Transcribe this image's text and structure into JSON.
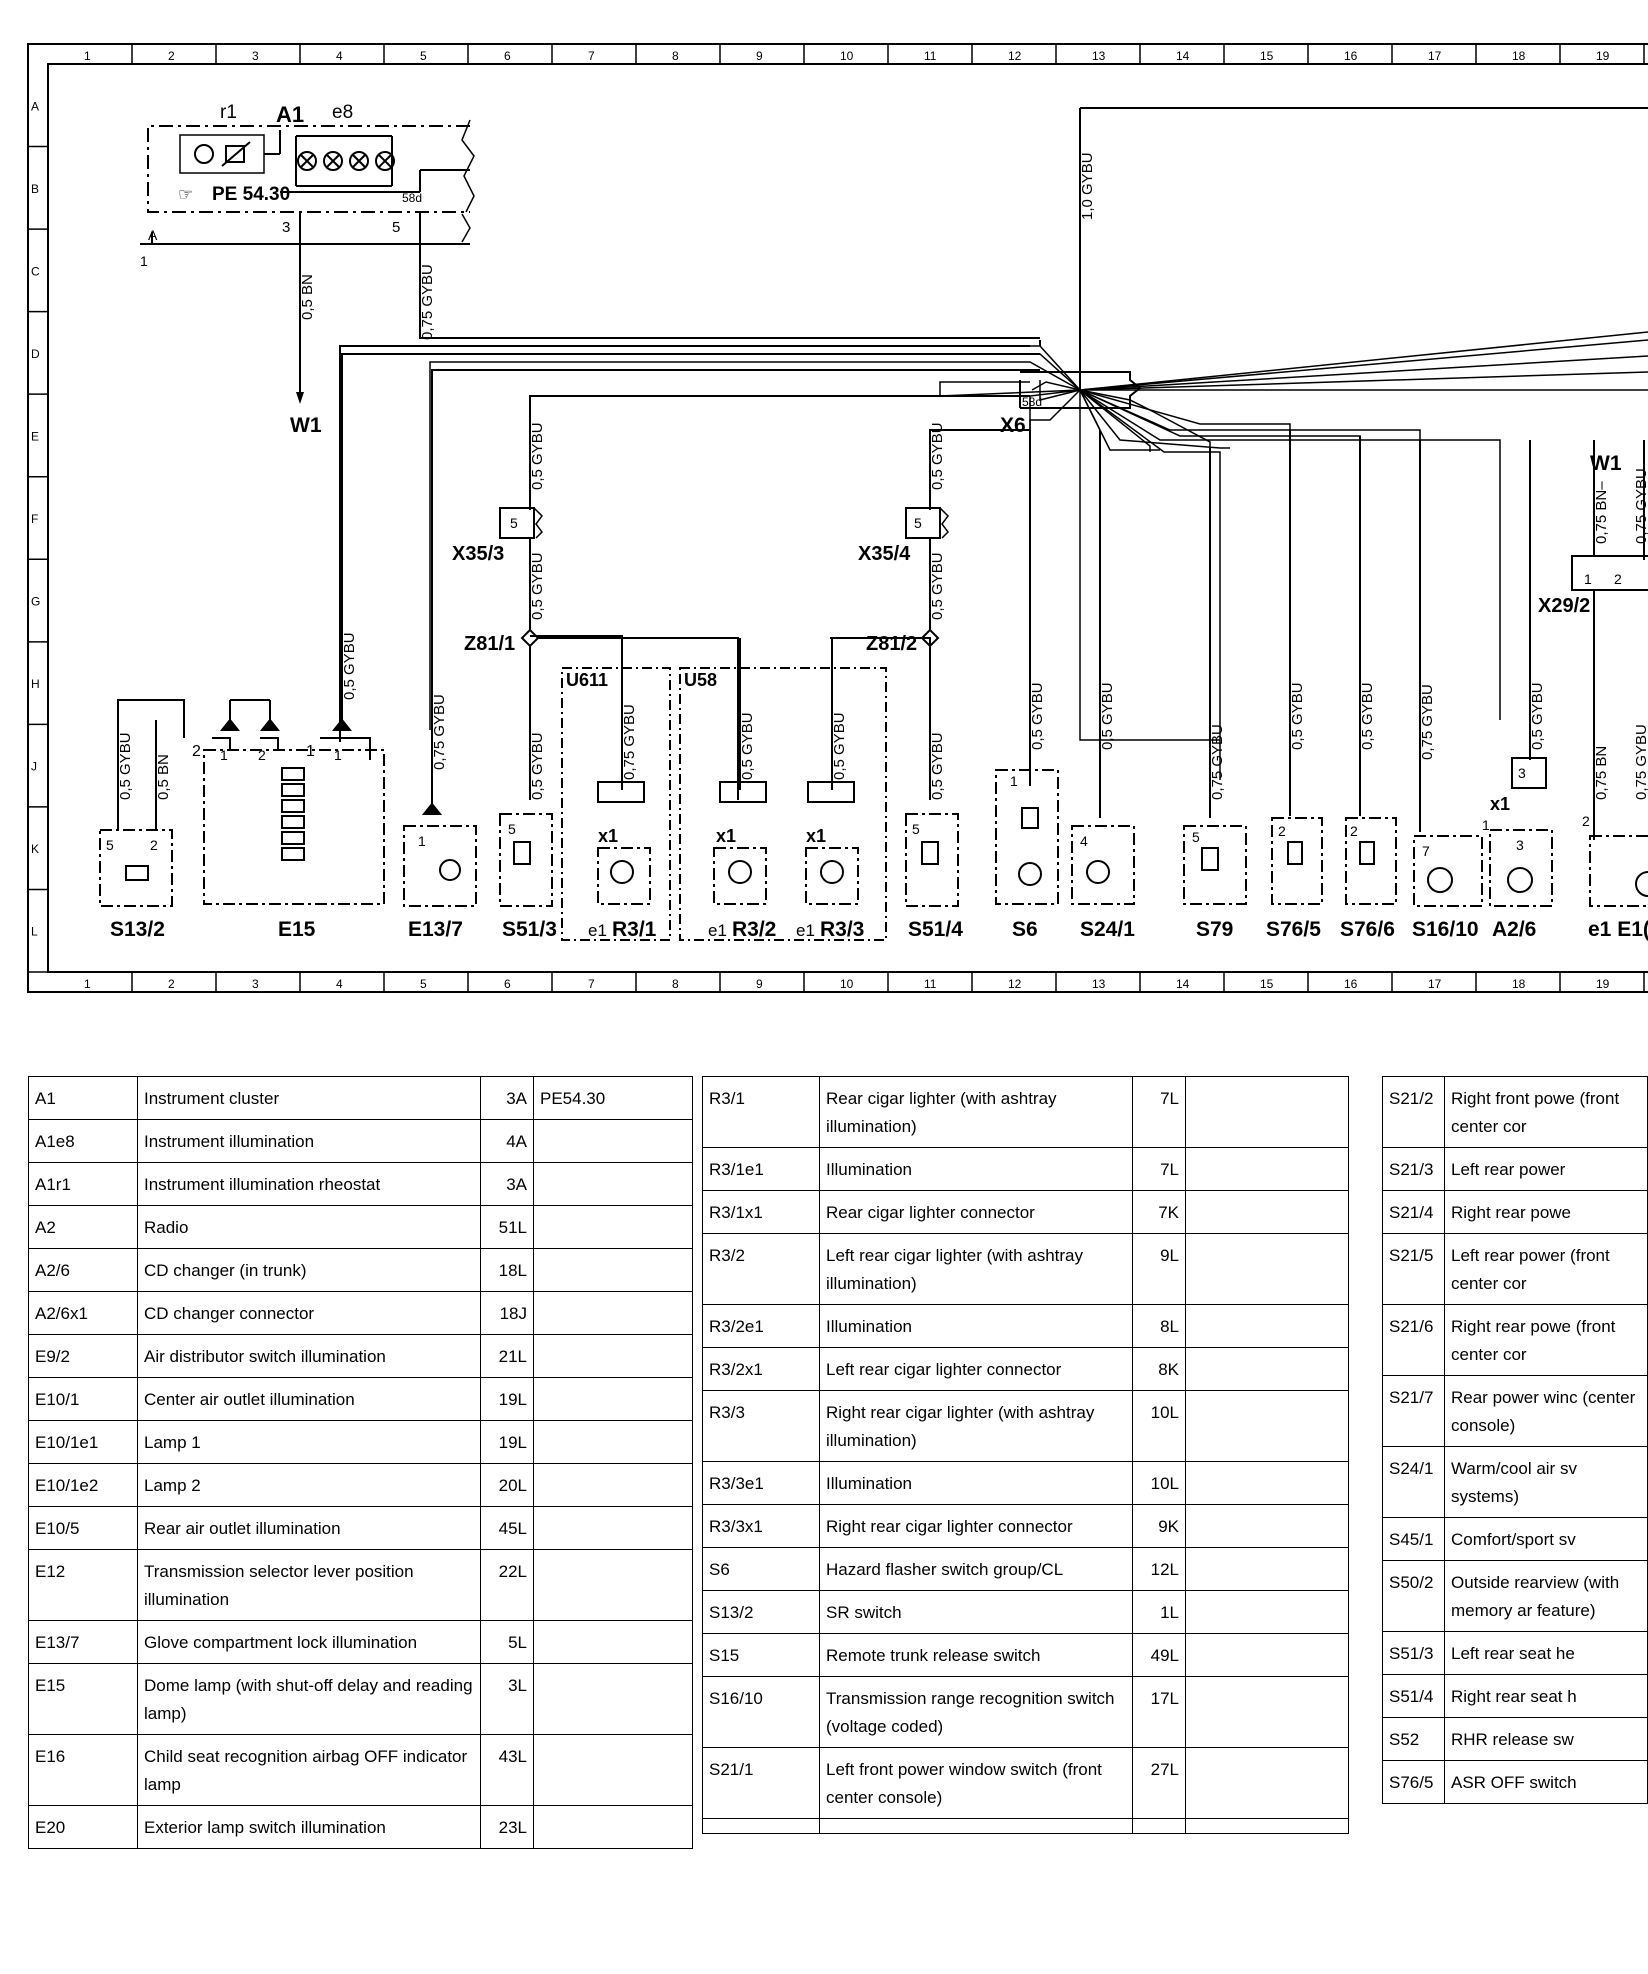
{
  "grid": {
    "columns": [
      "1",
      "2",
      "3",
      "4",
      "5",
      "6",
      "7",
      "8",
      "9",
      "10",
      "11",
      "12",
      "13",
      "14",
      "15",
      "16",
      "17",
      "18",
      "19"
    ],
    "rows": [
      "A",
      "B",
      "C",
      "D",
      "E",
      "F",
      "G",
      "H",
      "J",
      "K",
      "L"
    ]
  },
  "labels": {
    "r1": "r1",
    "A1": "A1",
    "e8": "e8",
    "pe_ref": "PE 54.30",
    "pin3": "3",
    "pin5": "5",
    "pin58d": "58d",
    "A": "A",
    "one": "1",
    "w_05BN": "0,5 BN",
    "w_075GYBU_top": "0,75 GYBU",
    "w_10GYBU": "1,0 GYBU",
    "W1": "W1",
    "X6": "X6",
    "x6_58d": "58d",
    "w_05GYBU": "0,5 GYBU",
    "w_075GYBU": "0,75 GYBU",
    "w_075BN": "0,75 BN",
    "w_075BN_W1": "0,75 BN–",
    "w_05BN_s13": "0,5 BN",
    "X35_3": "X35/3",
    "X35_4": "X35/4",
    "Z81_1": "Z81/1",
    "Z81_2": "Z81/2",
    "U611": "U611",
    "U58": "U58",
    "X29_2": "X29/2",
    "W1b": "W1",
    "x1": "x1",
    "e1": "e1",
    "e1E1": "e1 E1(",
    "S13_2": "S13/2",
    "E15": "E15",
    "E13_7": "E13/7",
    "S51_3": "S51/3",
    "R3_1": "R3/1",
    "R3_2": "R3/2",
    "R3_3": "R3/3",
    "S51_4": "S51/4",
    "S6": "S6",
    "S24_1": "S24/1",
    "S79": "S79",
    "S76_5": "S76/5",
    "S76_6": "S76/6",
    "S16_10": "S16/10",
    "A2_6": "A2/6",
    "n1": "1",
    "n2": "2",
    "n3": "3",
    "n4": "4",
    "n5": "5",
    "n7": "7"
  },
  "legend": {
    "table1": [
      {
        "code": "A1",
        "desc": "Instrument cluster",
        "loc": "3A",
        "note": "PE54.30"
      },
      {
        "code": "A1e8",
        "desc": "Instrument illumination",
        "loc": "4A",
        "note": ""
      },
      {
        "code": "A1r1",
        "desc": "Instrument illumination rheostat",
        "loc": "3A",
        "note": ""
      },
      {
        "code": "A2",
        "desc": "Radio",
        "loc": "51L",
        "note": ""
      },
      {
        "code": "A2/6",
        "desc": "CD changer (in trunk)",
        "loc": "18L",
        "note": ""
      },
      {
        "code": "A2/6x1",
        "desc": "CD changer connector",
        "loc": "18J",
        "note": ""
      },
      {
        "code": "E9/2",
        "desc": "Air distributor switch illumination",
        "loc": "21L",
        "note": ""
      },
      {
        "code": "E10/1",
        "desc": "Center air outlet illumination",
        "loc": "19L",
        "note": ""
      },
      {
        "code": "E10/1e1",
        "desc": "Lamp 1",
        "loc": "19L",
        "note": ""
      },
      {
        "code": "E10/1e2",
        "desc": "Lamp 2",
        "loc": "20L",
        "note": ""
      },
      {
        "code": "E10/5",
        "desc": "Rear air outlet illumination",
        "loc": "45L",
        "note": ""
      },
      {
        "code": "E12",
        "desc": "Transmission selector lever position illumination",
        "loc": "22L",
        "note": ""
      },
      {
        "code": "E13/7",
        "desc": "Glove compartment lock illumination",
        "loc": "5L",
        "note": ""
      },
      {
        "code": "E15",
        "desc": "Dome lamp (with shut-off delay and reading lamp)",
        "loc": "3L",
        "note": ""
      },
      {
        "code": "E16",
        "desc": "Child seat recognition airbag OFF indicator lamp",
        "loc": "43L",
        "note": ""
      },
      {
        "code": "E20",
        "desc": "Exterior lamp switch illumination",
        "loc": "23L",
        "note": ""
      }
    ],
    "table2": [
      {
        "code": "R3/1",
        "desc": "Rear cigar lighter (with ashtray illumination)",
        "loc": "7L",
        "note": ""
      },
      {
        "code": "R3/1e1",
        "desc": "Illumination",
        "loc": "7L",
        "note": ""
      },
      {
        "code": "R3/1x1",
        "desc": "Rear cigar lighter connector",
        "loc": "7K",
        "note": ""
      },
      {
        "code": "R3/2",
        "desc": "Left rear cigar lighter (with ashtray illumination)",
        "loc": "9L",
        "note": ""
      },
      {
        "code": "R3/2e1",
        "desc": "Illumination",
        "loc": "8L",
        "note": ""
      },
      {
        "code": "R3/2x1",
        "desc": "Left rear cigar lighter connector",
        "loc": "8K",
        "note": ""
      },
      {
        "code": "R3/3",
        "desc": "Right rear cigar lighter (with ashtray illumination)",
        "loc": "10L",
        "note": ""
      },
      {
        "code": "R3/3e1",
        "desc": "Illumination",
        "loc": "10L",
        "note": ""
      },
      {
        "code": "R3/3x1",
        "desc": "Right rear cigar lighter connector",
        "loc": "9K",
        "note": ""
      },
      {
        "code": "S6",
        "desc": "Hazard flasher switch group/CL",
        "loc": "12L",
        "note": ""
      },
      {
        "code": "S13/2",
        "desc": "SR switch",
        "loc": "1L",
        "note": ""
      },
      {
        "code": "S15",
        "desc": "Remote trunk release switch",
        "loc": "49L",
        "note": ""
      },
      {
        "code": "S16/10",
        "desc": "Transmission range recognition switch (voltage coded)",
        "loc": "17L",
        "note": ""
      },
      {
        "code": "S21/1",
        "desc": "Left front power window switch (front center console)",
        "loc": "27L",
        "note": ""
      },
      {
        "code": "",
        "desc": "",
        "loc": "",
        "note": ""
      }
    ],
    "table3": [
      {
        "code": "S21/2",
        "desc": "Right front powe (front center cor"
      },
      {
        "code": "S21/3",
        "desc": "Left rear power"
      },
      {
        "code": "S21/4",
        "desc": "Right rear powe"
      },
      {
        "code": "S21/5",
        "desc": "Left rear power (front center cor"
      },
      {
        "code": "S21/6",
        "desc": "Right rear powe (front center cor"
      },
      {
        "code": "S21/7",
        "desc": "Rear power winc (center console)"
      },
      {
        "code": "S24/1",
        "desc": "Warm/cool air sv systems)"
      },
      {
        "code": "S45/1",
        "desc": "Comfort/sport sv"
      },
      {
        "code": "S50/2",
        "desc": "Outside rearview (with memory ar feature)"
      },
      {
        "code": "S51/3",
        "desc": "Left rear seat he"
      },
      {
        "code": "S51/4",
        "desc": "Right rear seat h"
      },
      {
        "code": "S52",
        "desc": "RHR release sw"
      },
      {
        "code": "S76/5",
        "desc": "ASR OFF switch"
      }
    ]
  }
}
